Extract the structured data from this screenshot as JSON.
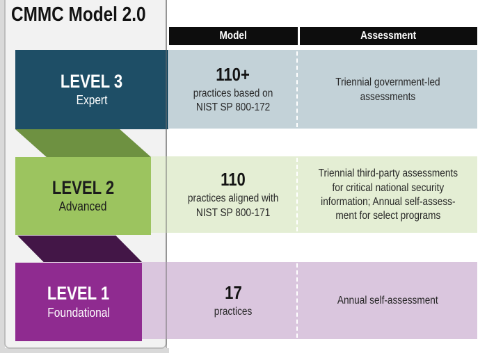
{
  "title": "CMMC Model 2.0",
  "header": {
    "model": "Model",
    "assessment": "Assessment",
    "bg_color": "#0d0d0d",
    "text_color": "#ffffff"
  },
  "colors": {
    "card_bg": "#f2f2f2",
    "page_margin": "#d9d9d9",
    "body_text": "#262626"
  },
  "levels": [
    {
      "name": "LEVEL 3",
      "subtitle": "Expert",
      "model_value": "110+",
      "model_lines": [
        "practices based on",
        "NIST SP 800-172"
      ],
      "assessment_lines": [
        "Triennial government-led",
        "assessments"
      ],
      "box_color": "#1e4e66",
      "band_color": "#c3d2d8",
      "text_color": "#ffffff"
    },
    {
      "name": "LEVEL 2",
      "subtitle": "Advanced",
      "model_value": "110",
      "model_lines": [
        "practices aligned with",
        "NIST SP 800-171"
      ],
      "assessment_lines": [
        "Triennial third-party assessments",
        "for critical national security",
        "information; Annual self-assess-",
        "ment for select programs"
      ],
      "box_color": "#9cc45f",
      "band_color": "#e4eed4",
      "text_color": "#1c1c1c",
      "ribbon_color": "#6e9141"
    },
    {
      "name": "LEVEL 1",
      "subtitle": "Foundational",
      "model_value": "17",
      "model_lines": [
        "practices"
      ],
      "assessment_lines": [
        "Annual self-assessment"
      ],
      "box_color": "#8f2b90",
      "band_color": "#dac6de",
      "text_color": "#ffffff",
      "ribbon_color": "#431647"
    }
  ]
}
